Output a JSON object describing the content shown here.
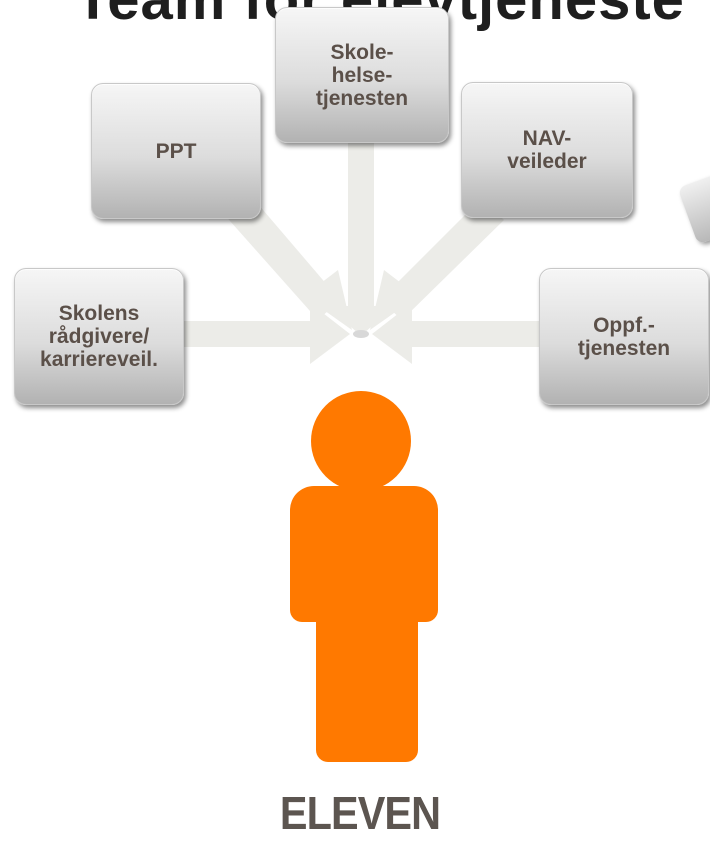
{
  "title": "Team for elevtjeneste",
  "boxes": {
    "ppt": "PPT",
    "skolehelse": "Skole-\nhelse-\ntjenesten",
    "nav": "NAV-\nveileder",
    "radgivere": "Skolens\nrådgivere/\nkarriereveil.",
    "oppf": "Oppf.-\ntjenesten"
  },
  "center_label": "ELEVEN",
  "colors": {
    "person": "#ff7900",
    "box_text": "#5b5049",
    "arrows": "#ededea",
    "title": "#1e1e1e"
  }
}
